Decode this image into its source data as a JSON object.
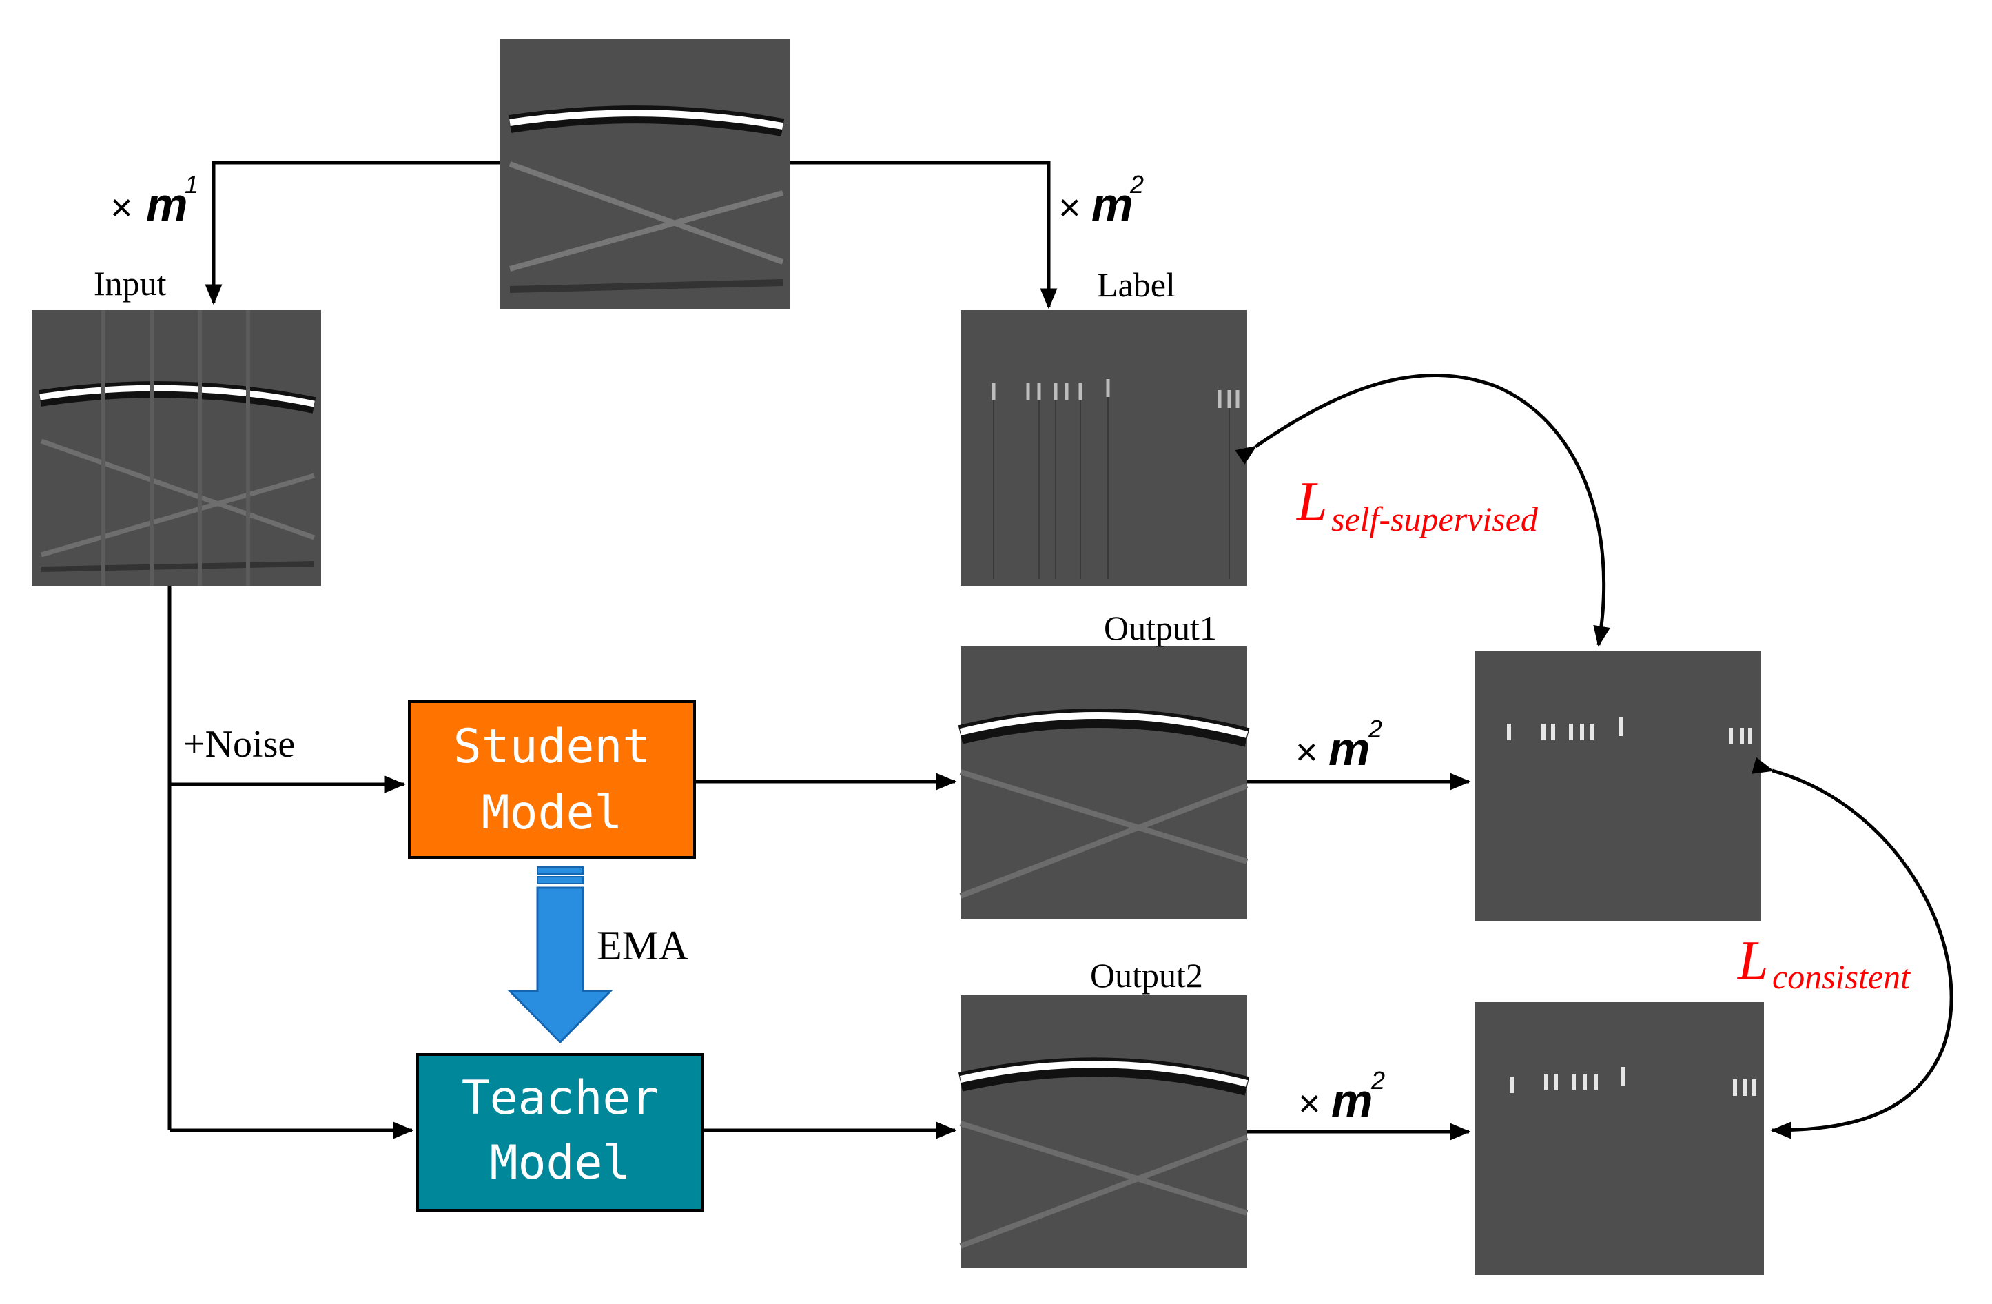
{
  "labels": {
    "input": "Input",
    "label": "Label",
    "output1": "Output1",
    "output2": "Output2",
    "noise": "+Noise",
    "ema": "EMA"
  },
  "multipliers": {
    "times_sign": "×",
    "m1_base": "m",
    "m1_sup": "1",
    "m2_base": "m",
    "m2_sup": "2"
  },
  "models": {
    "student_line1": "Student",
    "student_line2": "Model",
    "teacher_line1": "Teacher",
    "teacher_line2": "Model"
  },
  "losses": {
    "self_base": "L",
    "self_sub": "self-supervised",
    "consistent_base": "L",
    "consistent_sub": "consistent"
  },
  "colors": {
    "student": "#ff7300",
    "teacher": "#008799",
    "ema_arrow": "#2a8ee0",
    "loss_text": "#ff0000",
    "panel_bg": "#4e4e4e"
  }
}
